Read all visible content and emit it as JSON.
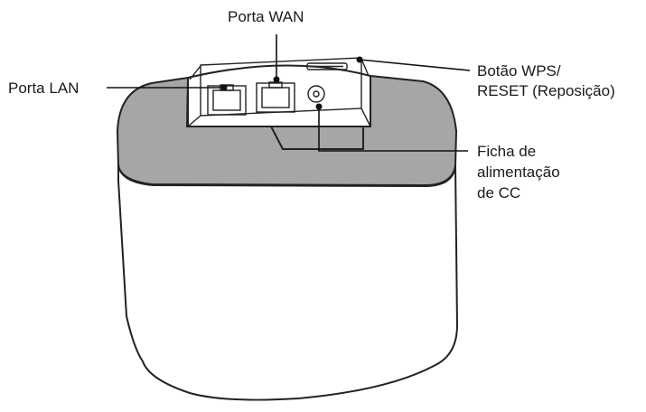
{
  "labels": {
    "wan": [
      "Porta WAN"
    ],
    "lan": [
      "Porta LAN"
    ],
    "wps": [
      "Botão WPS/",
      "RESET (Reposição)"
    ],
    "dc": [
      "Ficha de",
      "alimentação",
      "de CC"
    ]
  },
  "colors": {
    "top_band": "#a6a6a6",
    "outline": "#222222",
    "body_fill": "#ffffff"
  }
}
